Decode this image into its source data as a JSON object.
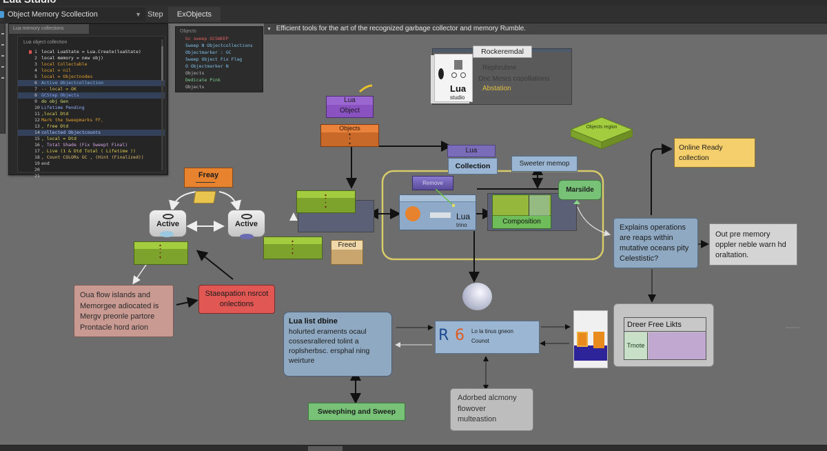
{
  "app": {
    "title": "Lua Studio",
    "toolbar": {
      "select_value": "Object Memory Scollection",
      "step_label": "Step",
      "tab_label": "ExObjects"
    },
    "hint": "Efficient tools for the art of the recognized garbage collector and memory Rumble."
  },
  "code_editor": {
    "tab_label": "Lua memory collections",
    "header": "Lua object collection",
    "lines": [
      {
        "n": "1",
        "text": "local LuaState = Lua.Create(luaState)",
        "color": "#e2e2e2",
        "marker": "#d9534f"
      },
      {
        "n": "2",
        "text": "local memory = new obj)",
        "color": "#e2e2e2"
      },
      {
        "n": "3",
        "text": "local  Collectable",
        "color": "#e0a030"
      },
      {
        "n": "4",
        "text": "local  =  nil",
        "color": "#e0a030"
      },
      {
        "n": "5",
        "text": "local  = Objectnodes",
        "color": "#e0a030"
      },
      {
        "n": "6",
        "text": "Active  Objectcollection",
        "color": "#7fb4e8",
        "hl": true
      },
      {
        "n": "7",
        "text": "  -- local   = OK",
        "color": "#d8c060"
      },
      {
        "n": "8",
        "text": "GCStep  Objects",
        "color": "#88aaff",
        "hl": true
      },
      {
        "n": "9",
        "text": "  do  obj  Gen",
        "color": "#cfe07a"
      },
      {
        "n": "10",
        "text": "  Lifetime   Pending",
        "color": "#8fb0ff"
      },
      {
        "n": "11",
        "text": "  ,local   Dtd",
        "color": "#e2d860"
      },
      {
        "n": "12",
        "text": "Mark  the  Sweepmarks  FF,",
        "color": "#e0a030"
      },
      {
        "n": "13",
        "text": "  ,  free   Dtd",
        "color": "#e2d860"
      },
      {
        "n": "14",
        "text": "collected  Objectcounts",
        "color": "#a9c4ff",
        "hl": true
      },
      {
        "n": "15",
        "text": "  ,  local  =  Dtd",
        "color": "#e2d860"
      },
      {
        "n": "16",
        "text": "  ,  Total   Shade  (Fix   Sweept  Final)",
        "color": "#d8a8e8"
      },
      {
        "n": "17",
        "text": "  ,  Live  (1  &  Dtd  Total  (  Lifetime  ))",
        "color": "#e4d050"
      },
      {
        "n": "18",
        "text": "  ,  Count  COLORs   GC  , (Hint  (Finalized))",
        "color": "#e0c070"
      },
      {
        "n": "19",
        "text": "end",
        "color": "#cccccc"
      },
      {
        "n": "20",
        "text": "",
        "color": "#cccccc"
      },
      {
        "n": "21",
        "text": "",
        "color": "#cccccc"
      }
    ]
  },
  "autocomplete": {
    "title": "Objects",
    "items": [
      {
        "text": "Gc  sweep   GCSWEEP",
        "color": "#e06060"
      },
      {
        "text": "Sweep  N  Objectcollections",
        "color": "#7fc0e8"
      },
      {
        "text": "Objectmarker  :  GC",
        "color": "#7fc0e8"
      },
      {
        "text": "Sweep  Object  Fix  Flag",
        "color": "#7fc0e8"
      },
      {
        "text": "O  Objectmarker  N",
        "color": "#7fc0e8"
      },
      {
        "text": "Objects",
        "color": "#bbbbbb"
      },
      {
        "text": "Dedicate   Pink",
        "color": "#7fd08f"
      },
      {
        "text": "Objects",
        "color": "#bbbbbb"
      }
    ]
  },
  "diagram": {
    "lua_studio_card": {
      "tab_label": "Rockeremdal",
      "lines": [
        "Rephrubne",
        "Dnc Mesrs copollations"
      ],
      "highlight": "Abstation",
      "cube_title": "Lua",
      "cube_subtitle": "studio"
    },
    "lua_object": {
      "title": "Lua",
      "subtitle": "Object"
    },
    "objects_block": "Objects",
    "lua_collection": {
      "title": "Lua",
      "subtitle": "Collection"
    },
    "sweeter_memory": "Sweeter memop",
    "objects_region": "Objects region",
    "online_ready": "Online Ready collection",
    "freay": "Freay",
    "active_left": "Active",
    "active_right": "Active",
    "freed": "Freed",
    "remove": "Remove",
    "lua_trino": {
      "title": "Lua",
      "subtitle": "trino"
    },
    "composition": "Composition",
    "marsilde": "Marsilde",
    "explains_box": "Explains operations are reaps within mutative oceans pity Celestistic?",
    "out_pre_memory": "Out pre memory oppler neble warn hd oraltation.",
    "flow_islands": "Oua flow islands and Memorgee adiocated is Mergv preonle partore Prontacle hord arion",
    "separation": "Staeapation nsrcot onlections",
    "lua_list": {
      "title": "Lua list dbine",
      "body": "holurted eraments ocaul cossesrallered tolint a roplsherbsc. ersphal ning weirture"
    },
    "gc_node": {
      "glyph_left": "R",
      "glyph_right": "6",
      "line1": "Lo la tinus gneon",
      "line2": "Counot"
    },
    "deeper_free": {
      "title": "Dreer Free Likts",
      "cell": "Trnote"
    },
    "sweeping": "Sweephing and Sweep",
    "adorbed": "Adorbed alcmony flowover multeastion"
  },
  "colors": {
    "canvas": "#6d6d6d",
    "green_block": "#8fb83a",
    "orange": "#e7822e",
    "purple": "#8a52c0",
    "blue_box": "#8ea9c1",
    "yellow_box": "#f4cf6b",
    "red_box": "#e15754",
    "pink_box": "#c99a92"
  }
}
